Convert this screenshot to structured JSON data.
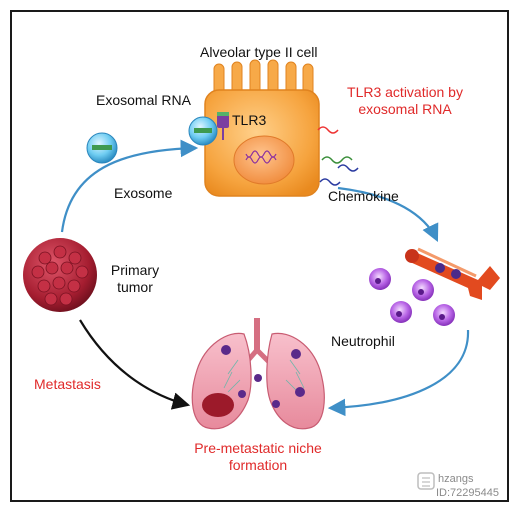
{
  "labels": {
    "cell_title": "Alveolar type II cell",
    "exosomal_rna": "Exosomal RNA",
    "tlr3": "TLR3",
    "tlr3_activation_line1": "TLR3 activation by",
    "tlr3_activation_line2": "exosomal RNA",
    "exosome": "Exosome",
    "chemokine": "Chemokine",
    "primary_tumor_line1": "Primary",
    "primary_tumor_line2": "tumor",
    "neutrophil": "Neutrophil",
    "metastasis": "Metastasis",
    "niche_line1": "Pre-metastatic niche",
    "niche_line2": "formation"
  },
  "watermark": {
    "name": "hzangs",
    "id": "ID:72295445"
  },
  "colors": {
    "red_text": "#e02a2a",
    "cell_orange": "#f5a23c",
    "arrow_blue": "#3f8fc7",
    "arrow_black": "#111111",
    "exosome_blue": "#5cc4ee",
    "neutrophil_purple": "#9a3fd0",
    "tumor_red": "#9c1a2a"
  },
  "icons": [
    "exosome-icon",
    "alveolar-cell-icon",
    "tumor-icon",
    "neutrophil-icon",
    "bone-icon",
    "lung-icon"
  ]
}
